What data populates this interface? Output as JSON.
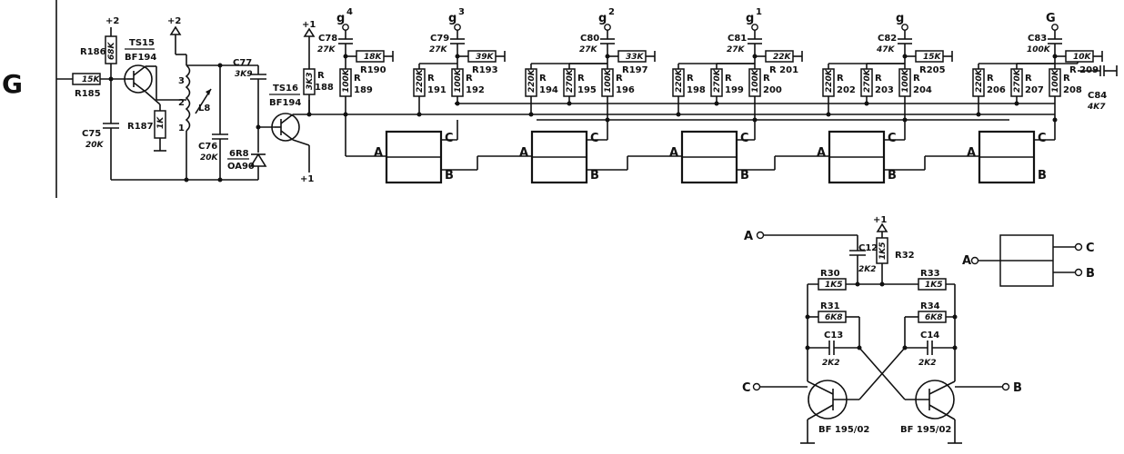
{
  "input_label": "G",
  "supply": {
    "plus2": "+2",
    "plus1": "+1"
  },
  "taps": [
    {
      "name": "g4",
      "base": "g",
      "sup": "4"
    },
    {
      "name": "g3",
      "base": "g",
      "sup": "3"
    },
    {
      "name": "g2",
      "base": "g",
      "sup": "2"
    },
    {
      "name": "g1",
      "base": "g",
      "sup": "1"
    },
    {
      "name": "g",
      "base": "g",
      "sup": ""
    },
    {
      "name": "G",
      "base": "G",
      "sup": ""
    }
  ],
  "transistors": {
    "ts15": {
      "ref": "TS15",
      "type": "BF194"
    },
    "ts16": {
      "ref": "TS16",
      "type": "BF194"
    },
    "ff_left": {
      "type": "BF 195/02"
    },
    "ff_right": {
      "type": "BF 195/02"
    }
  },
  "input_stage": {
    "r185": {
      "ref": "R185",
      "value": "15K"
    },
    "r186": {
      "ref": "R186",
      "value": "68K"
    },
    "r187": {
      "ref": "R187",
      "value": "1K"
    },
    "c75": {
      "ref": "C75",
      "value": "20K"
    },
    "c76": {
      "ref": "C76",
      "value": "20K"
    },
    "c77": {
      "ref": "C77",
      "value": "3K9"
    },
    "l8": {
      "ref": "L8",
      "pins": [
        "3",
        "2",
        "1"
      ]
    },
    "diode": {
      "ref": "6R8",
      "type": "OA90"
    },
    "r188": {
      "ref": "R",
      "ref2": "188",
      "value": "3K3"
    }
  },
  "stages": [
    {
      "cap": "C78",
      "cap_val": "27K",
      "rl": "18K",
      "rl_ref": "R190",
      "r_bias": "100K",
      "r_bias_ref": "R",
      "r_bias_num": "189",
      "rs": []
    },
    {
      "cap": "C79",
      "cap_val": "27K",
      "rl": "39K",
      "rl_ref": "R193",
      "rs": [
        {
          "v": "220K",
          "ref": "R",
          "num": "191"
        },
        {
          "v": "100K",
          "ref": "R",
          "num": "192"
        }
      ]
    },
    {
      "cap": "C80",
      "cap_val": "27K",
      "rl": "33K",
      "rl_ref": "R197",
      "rs": [
        {
          "v": "220K",
          "ref": "R",
          "num": "194"
        },
        {
          "v": "270K",
          "ref": "R",
          "num": "195"
        },
        {
          "v": "100K",
          "ref": "R",
          "num": "196"
        }
      ]
    },
    {
      "cap": "C81",
      "cap_val": "27K",
      "rl": "22K",
      "rl_ref": "R 201",
      "rs": [
        {
          "v": "220K",
          "ref": "R",
          "num": "198"
        },
        {
          "v": "270K",
          "ref": "R",
          "num": "199"
        },
        {
          "v": "100K",
          "ref": "R",
          "num": "200"
        }
      ]
    },
    {
      "cap": "C82",
      "cap_val": "47K",
      "rl": "15K",
      "rl_ref": "R205",
      "rs": [
        {
          "v": "220K",
          "ref": "R",
          "num": "202"
        },
        {
          "v": "270K",
          "ref": "R",
          "num": "203"
        },
        {
          "v": "100K",
          "ref": "R",
          "num": "204"
        }
      ]
    },
    {
      "cap": "C83",
      "cap_val": "100K",
      "rl": "10K",
      "rl_ref": "R 209",
      "rs": [
        {
          "v": "220K",
          "ref": "R",
          "num": "206"
        },
        {
          "v": "270K",
          "ref": "R",
          "num": "207"
        },
        {
          "v": "100K",
          "ref": "R",
          "num": "208"
        }
      ]
    }
  ],
  "c84": {
    "ref": "C84",
    "value": "4K7"
  },
  "ff_ports": {
    "a": "A",
    "b": "B",
    "c": "C"
  },
  "detail": {
    "c12": {
      "ref": "C12",
      "value": "2K2"
    },
    "r32": {
      "ref": "R32",
      "value": "1K5"
    },
    "r30": {
      "ref": "R30",
      "value": "1K5"
    },
    "r33": {
      "ref": "R33",
      "value": "1K5"
    },
    "r31": {
      "ref": "R31",
      "value": "6K8"
    },
    "r34": {
      "ref": "R34",
      "value": "6K8"
    },
    "c13": {
      "ref": "C13",
      "value": "2K2"
    },
    "c14": {
      "ref": "C14",
      "value": "2K2"
    }
  }
}
